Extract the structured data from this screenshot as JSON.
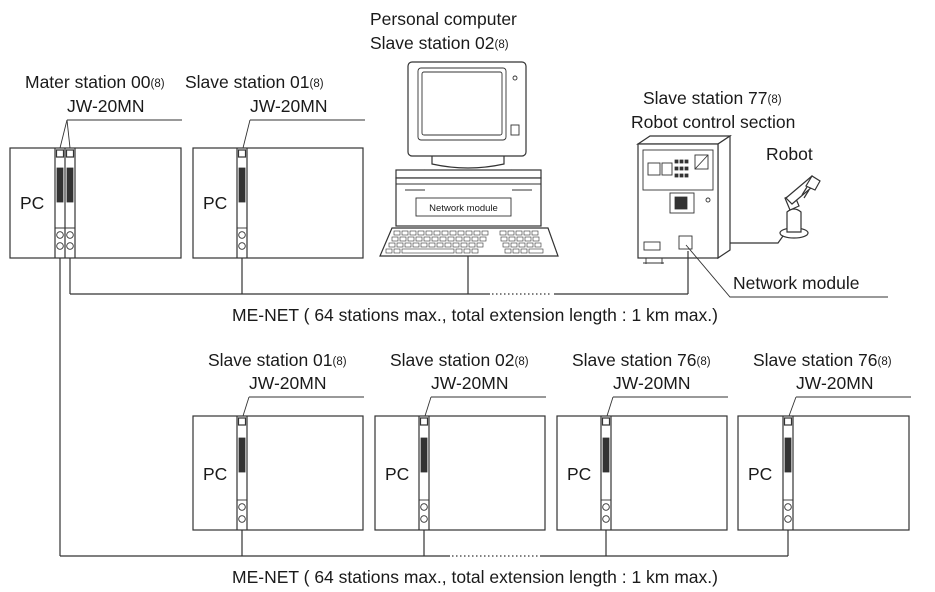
{
  "pc_label": "PC",
  "jw_model": "JW-20MN",
  "master": {
    "label": "Mater station 00",
    "suffix": "(8)"
  },
  "top_slave": {
    "label": "Slave station 01",
    "suffix": "(8)"
  },
  "computer": {
    "line1": "Personal computer",
    "line2": "Slave station 02",
    "suffix": "(8)",
    "module_label": "Network module"
  },
  "robot_ctrl": {
    "line1": "Slave station 77",
    "suffix": "(8)",
    "line2": "Robot control section"
  },
  "robot_label": "Robot",
  "network_module_callout": "Network module",
  "bottom_slaves": [
    {
      "label": "Slave station 01",
      "suffix": "(8)"
    },
    {
      "label": "Slave station 02",
      "suffix": "(8)"
    },
    {
      "label": "Slave station 76",
      "suffix": "(8)"
    },
    {
      "label": "Slave station 76",
      "suffix": "(8)"
    }
  ],
  "net_top_caption": "ME-NET ( 64 stations max., total extension length : 1 km max.)",
  "net_bottom_caption": "ME-NET ( 64 stations max., total extension length : 1 km max.)"
}
